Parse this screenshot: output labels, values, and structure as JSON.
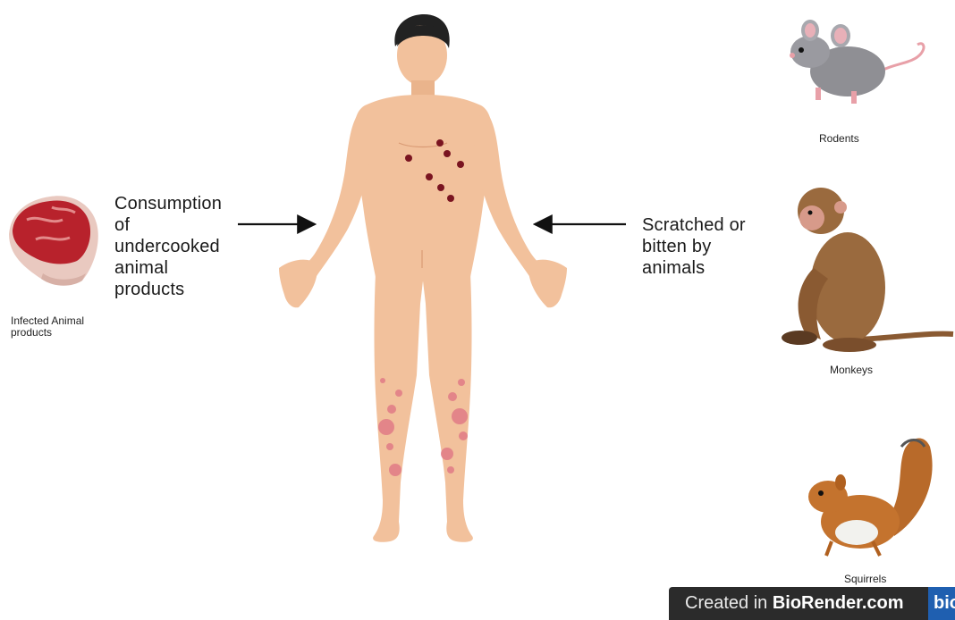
{
  "left_text": [
    "Consumption",
    "of",
    "undercooked",
    "animal",
    "products"
  ],
  "right_text": [
    "Scratched or",
    "bitten by",
    "animals"
  ],
  "meat_label": [
    "Infected Animal",
    "products"
  ],
  "rodent_label": "Rodents",
  "monkey_label": "Monkeys",
  "squirrel_label": "Squirrels",
  "watermark": {
    "prefix": "Created in ",
    "brand": "BioRender.com",
    "tail": "bio"
  },
  "colors": {
    "skin": "#f2c19c",
    "skin_shadow": "#e3a97f",
    "lesion_dark": "#7a1420",
    "lesion_pink": "#e07a86",
    "meat": "#b8222c",
    "watermark_bg": "#2b2b2b",
    "watermark_accent": "#1f5fb0"
  }
}
